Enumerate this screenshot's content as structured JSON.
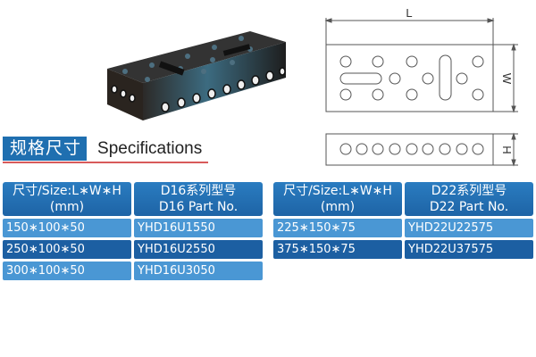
{
  "heading": {
    "cn": "规格尺寸",
    "en": "Specifications"
  },
  "drawing_labels": {
    "length": "L",
    "width": "W",
    "height": "H"
  },
  "tables": [
    {
      "headers": [
        {
          "line1": "尺寸/Size:L∗W∗H",
          "line2": "(mm)"
        },
        {
          "line1": "D16系列型号",
          "line2": "D16 Part No."
        }
      ],
      "rows": [
        {
          "size": "150∗100∗50",
          "part": "YHD16U1550"
        },
        {
          "size": "250∗100∗50",
          "part": "YHD16U2550"
        },
        {
          "size": "300∗100∗50",
          "part": "YHD16U3050"
        }
      ]
    },
    {
      "headers": [
        {
          "line1": "尺寸/Size:L∗W∗H",
          "line2": "(mm)"
        },
        {
          "line1": "D22系列型号",
          "line2": "D22 Part No."
        }
      ],
      "rows": [
        {
          "size": "225∗150∗75",
          "part": "YHD22U22575"
        },
        {
          "size": "375∗150∗75",
          "part": "YHD22U37575"
        }
      ]
    }
  ]
}
